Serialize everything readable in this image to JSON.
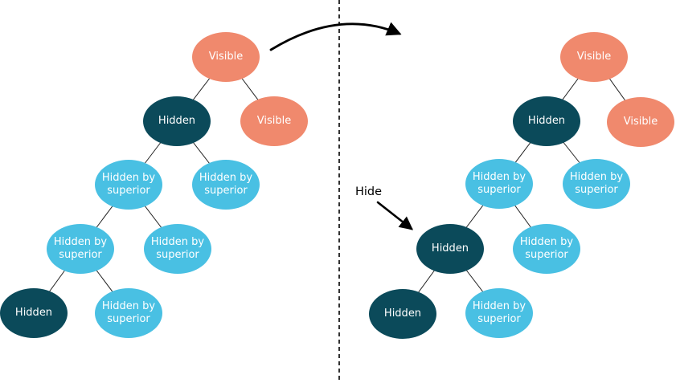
{
  "annotation": {
    "hide_label": "Hide"
  },
  "colors": {
    "visible": "#F0896D",
    "hidden": "#0B4A5A",
    "hidden_by_superior": "#49C0E3",
    "node_text": "#FFFFFF",
    "connector": "#222222",
    "arrow": "#000000"
  },
  "left_tree": {
    "name": "before-hide",
    "nodes": [
      {
        "label": "Visible",
        "state": "visible"
      },
      {
        "label": "Hidden",
        "state": "hidden"
      },
      {
        "label": "Visible",
        "state": "visible"
      },
      {
        "label": "Hidden by superior",
        "state": "hidden_by_superior"
      },
      {
        "label": "Hidden by superior",
        "state": "hidden_by_superior"
      },
      {
        "label": "Hidden by superior",
        "state": "hidden_by_superior"
      },
      {
        "label": "Hidden by superior",
        "state": "hidden_by_superior"
      },
      {
        "label": "Hidden",
        "state": "hidden"
      },
      {
        "label": "Hidden by superior",
        "state": "hidden_by_superior"
      }
    ]
  },
  "right_tree": {
    "name": "after-hide",
    "nodes": [
      {
        "label": "Visible",
        "state": "visible"
      },
      {
        "label": "Hidden",
        "state": "hidden"
      },
      {
        "label": "Visible",
        "state": "visible"
      },
      {
        "label": "Hidden by superior",
        "state": "hidden_by_superior"
      },
      {
        "label": "Hidden by superior",
        "state": "hidden_by_superior"
      },
      {
        "label": "Hidden",
        "state": "hidden"
      },
      {
        "label": "Hidden by superior",
        "state": "hidden_by_superior"
      },
      {
        "label": "Hidden",
        "state": "hidden"
      },
      {
        "label": "Hidden by superior",
        "state": "hidden_by_superior"
      }
    ]
  }
}
